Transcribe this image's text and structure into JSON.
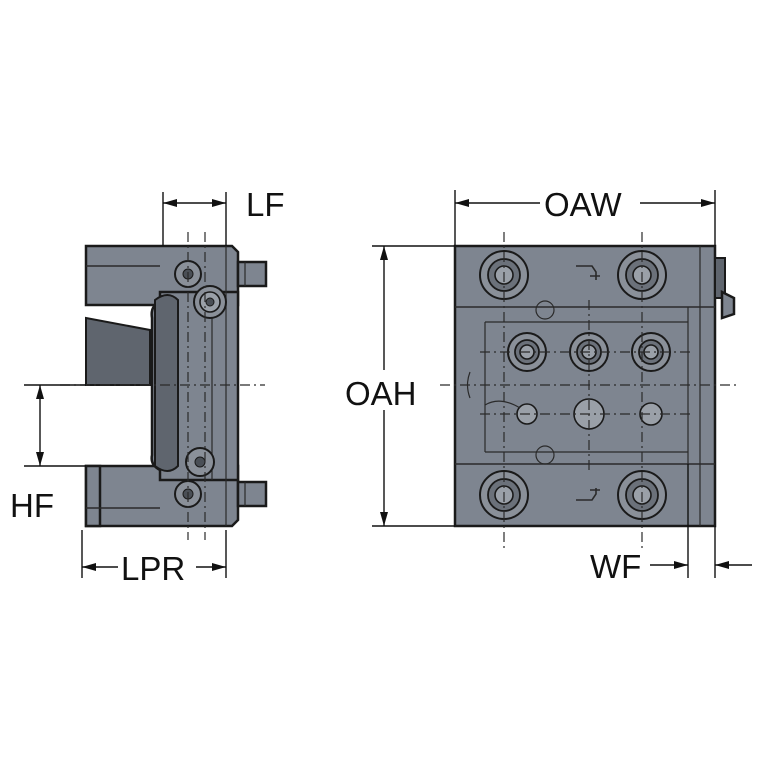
{
  "dimensions": {
    "lf": "LF",
    "hf": "HF",
    "lpr": "LPR",
    "oaw": "OAW",
    "oah": "OAH",
    "wf": "WF"
  },
  "colors": {
    "body": "#7e8590",
    "outline": "#1a1a1a",
    "background": "#ffffff"
  }
}
